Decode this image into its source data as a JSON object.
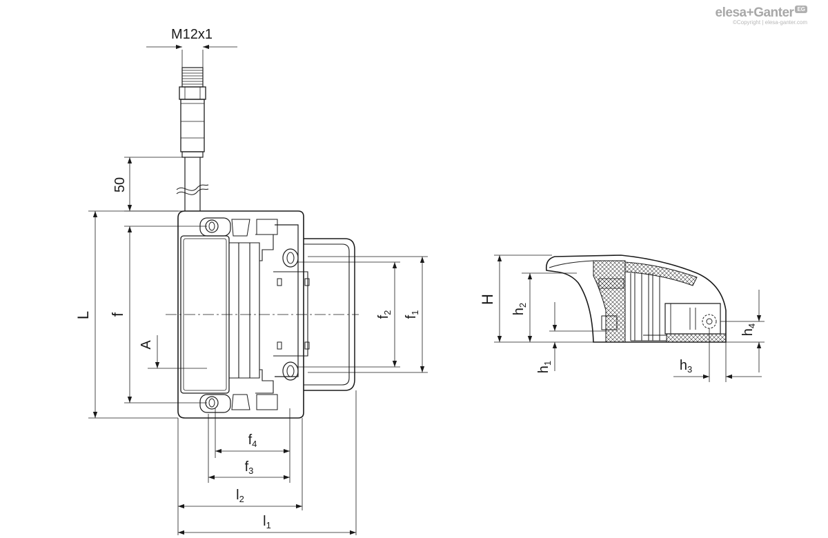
{
  "brand": {
    "logo_text": "elesa+Ganter",
    "badge": "EG",
    "copyright": "©Copyright | elesa-ganter.com"
  },
  "dimensions": {
    "thread": "M12x1",
    "cable": "50",
    "L": "L",
    "f": "f",
    "A": "A",
    "f1": {
      "base": "f",
      "sub": "1"
    },
    "f2": {
      "base": "f",
      "sub": "2"
    },
    "f3": {
      "base": "f",
      "sub": "3"
    },
    "f4": {
      "base": "f",
      "sub": "4"
    },
    "l1": {
      "base": "l",
      "sub": "1"
    },
    "l2": {
      "base": "l",
      "sub": "2"
    },
    "H": "H",
    "h1": {
      "base": "h",
      "sub": "1"
    },
    "h2": {
      "base": "h",
      "sub": "2"
    },
    "h3": {
      "base": "h",
      "sub": "3"
    },
    "h4": {
      "base": "h",
      "sub": "4"
    }
  },
  "colors": {
    "line": "#1a1a1a",
    "hatch": "#333333",
    "brand": "#a8a8a8"
  }
}
